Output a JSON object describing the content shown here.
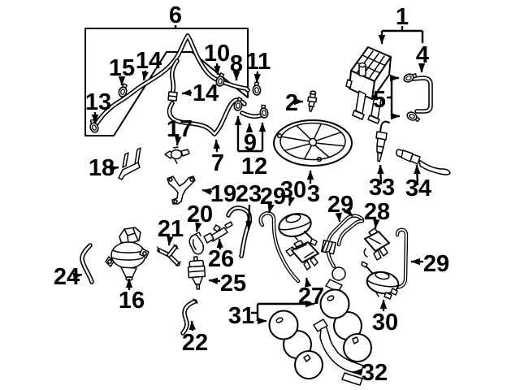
{
  "figure": {
    "kind": "exploded-parts-diagram",
    "background_color": "#ffffff",
    "line_color": "#000000",
    "label_color": "#000000"
  },
  "callouts": [
    {
      "part": "6"
    },
    {
      "part": "1"
    },
    {
      "part": "4"
    },
    {
      "part": "5"
    },
    {
      "part": "2"
    },
    {
      "part": "10"
    },
    {
      "part": "8"
    },
    {
      "part": "11"
    },
    {
      "part": "15"
    },
    {
      "part": "14"
    },
    {
      "part": "13"
    },
    {
      "part": "14"
    },
    {
      "part": "17"
    },
    {
      "part": "7"
    },
    {
      "part": "9"
    },
    {
      "part": "12"
    },
    {
      "part": "18"
    },
    {
      "part": "19"
    },
    {
      "part": "23"
    },
    {
      "part": "29"
    },
    {
      "part": "30"
    },
    {
      "part": "3"
    },
    {
      "part": "33"
    },
    {
      "part": "34"
    },
    {
      "part": "29"
    },
    {
      "part": "28"
    },
    {
      "part": "29"
    },
    {
      "part": "20"
    },
    {
      "part": "21"
    },
    {
      "part": "26"
    },
    {
      "part": "25"
    },
    {
      "part": "16"
    },
    {
      "part": "24"
    },
    {
      "part": "22"
    },
    {
      "part": "27"
    },
    {
      "part": "31"
    },
    {
      "part": "30"
    },
    {
      "part": "32"
    }
  ]
}
